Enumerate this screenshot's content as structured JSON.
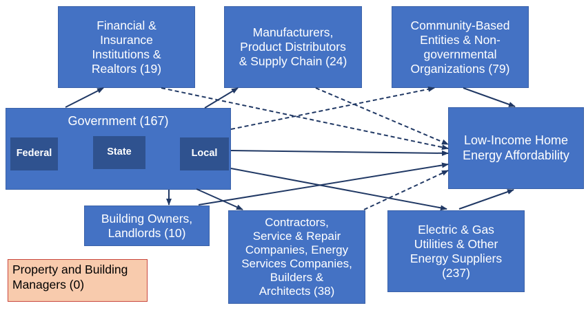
{
  "nodes": {
    "financial": "Financial &\nInsurance\nInstitutions &\nRealtors (19)",
    "manufacturers": "Manufacturers,\nProduct Distributors\n& Supply Chain (24)",
    "community": "Community-Based\nEntities & Non-\ngovernmental\nOrganizations (79)",
    "government": "Government (167)",
    "federal": "Federal",
    "state": "State",
    "local": "Local",
    "target": "Low-Income Home\nEnergy Affordability",
    "building_owners": "Building Owners,\nLandlords (10)",
    "contractors": "Contractors,\nService & Repair\nCompanies, Energy\nServices Companies,\nBuilders &\nArchitects (38)",
    "utilities": "Electric & Gas\nUtilities & Other\nEnergy Suppliers\n(237)",
    "property_managers": "Property and Building\nManagers (0)"
  },
  "colors": {
    "node_fill": "#4472c4",
    "level_fill": "#2f528f",
    "arrow": "#203864",
    "highlight_fill": "#f8cbad",
    "highlight_border": "#c9463d"
  }
}
